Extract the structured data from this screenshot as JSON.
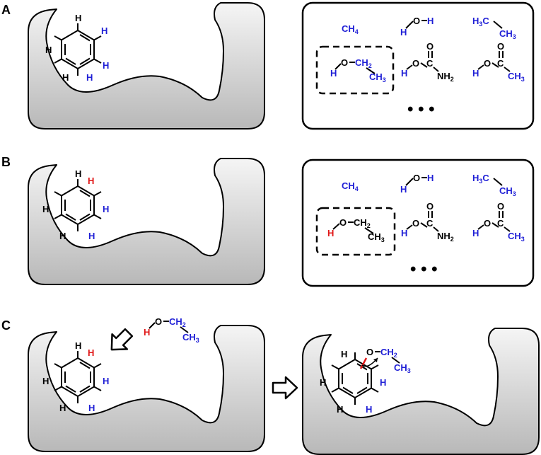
{
  "panels": {
    "a": {
      "label": "A"
    },
    "b": {
      "label": "B"
    },
    "c": {
      "label": "C"
    }
  },
  "atoms": {
    "h": "H",
    "o": "O",
    "c": "C",
    "n": "N",
    "ch": "CH",
    "nh": "NH",
    "sub2": "2",
    "sub3": "3",
    "sub4": "4"
  },
  "ellipsis": "• • •",
  "colors": {
    "blue": "#1f1fd6",
    "red": "#e01818",
    "black": "#000000",
    "cavity_top": "#f4f4f4",
    "cavity_bottom": "#bdbdbd"
  }
}
